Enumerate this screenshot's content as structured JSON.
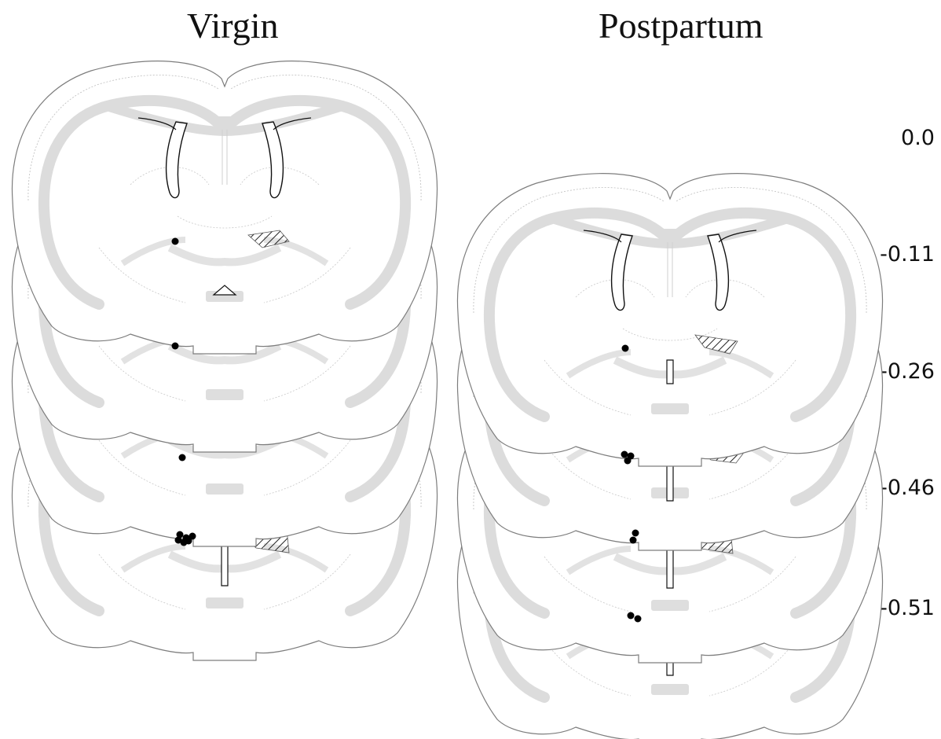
{
  "titles": {
    "virgin": "Virgin",
    "postpartum": "Postpartum"
  },
  "coordinates": [
    "0.0",
    "-0.11",
    "-0.26",
    "-0.46",
    "-0.51"
  ],
  "colors": {
    "outline": "#8a8a8a",
    "white_matter": "#dcdcdc",
    "ventricle": "#111111",
    "marker": "#000000",
    "hatch": "#222222"
  },
  "groups": [
    {
      "name": "virgin",
      "sections": 4,
      "markers_per_section": [
        1,
        1,
        1,
        6
      ]
    },
    {
      "name": "postpartum",
      "sections": 4,
      "markers_per_section": [
        1,
        3,
        2,
        2
      ]
    }
  ]
}
